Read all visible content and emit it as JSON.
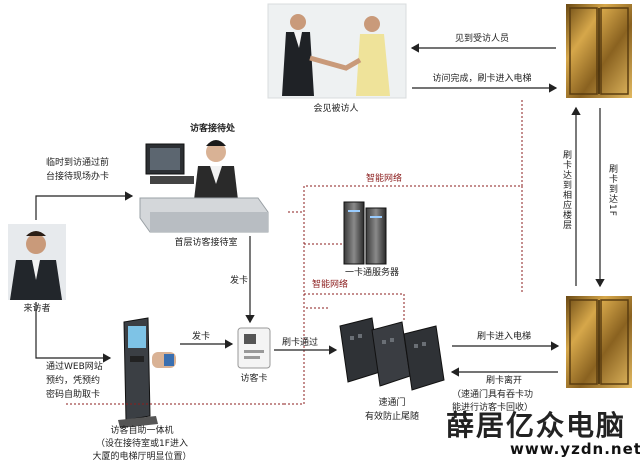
{
  "labels": {
    "meet_visitee_caption": "会见被访人",
    "see_visitee_arrow": "见到受访人员",
    "visit_done_arrow": "访问完成，刷卡进入电梯",
    "reception_title": "访客接待处",
    "reception_room": "首层访客接待室",
    "temp_visit_1": "临时到访通过前",
    "temp_visit_2": "台接待现场办卡",
    "visitor": "来访者",
    "smart_network_top": "智能网络",
    "smart_network_mid": "智能网络",
    "card_server": "一卡通服务器",
    "issue_card_down": "发卡",
    "issue_card_right": "发卡",
    "visitor_card": "访客卡",
    "swipe_pass": "刷卡通过",
    "web_1": "通过WEB网站",
    "web_2": "预约，凭预约",
    "web_3": "密码自助取卡",
    "kiosk_1": "访客自助一体机",
    "kiosk_2": "（设在接待室或1F进入",
    "kiosk_3": "大厦的电梯厅明显位置）",
    "gate_1": "速通门",
    "gate_2": "有效防止尾随",
    "swipe_enter_elevator": "刷卡进入电梯",
    "swipe_leave": "刷卡离开",
    "gate_note_1": "（速通门具有吞卡功",
    "gate_note_2": "能进行访客卡回收）",
    "elevator_to_floor": "刷卡达到相应楼层",
    "elevator_1f": "刷卡到达1F"
  },
  "watermark": {
    "cn": "薛居亿众电脑",
    "url": "www.yzdn.net"
  },
  "colors": {
    "network_line": "#8b1c1c",
    "arrow": "#222222",
    "elevator_gold": "#b8862b"
  }
}
